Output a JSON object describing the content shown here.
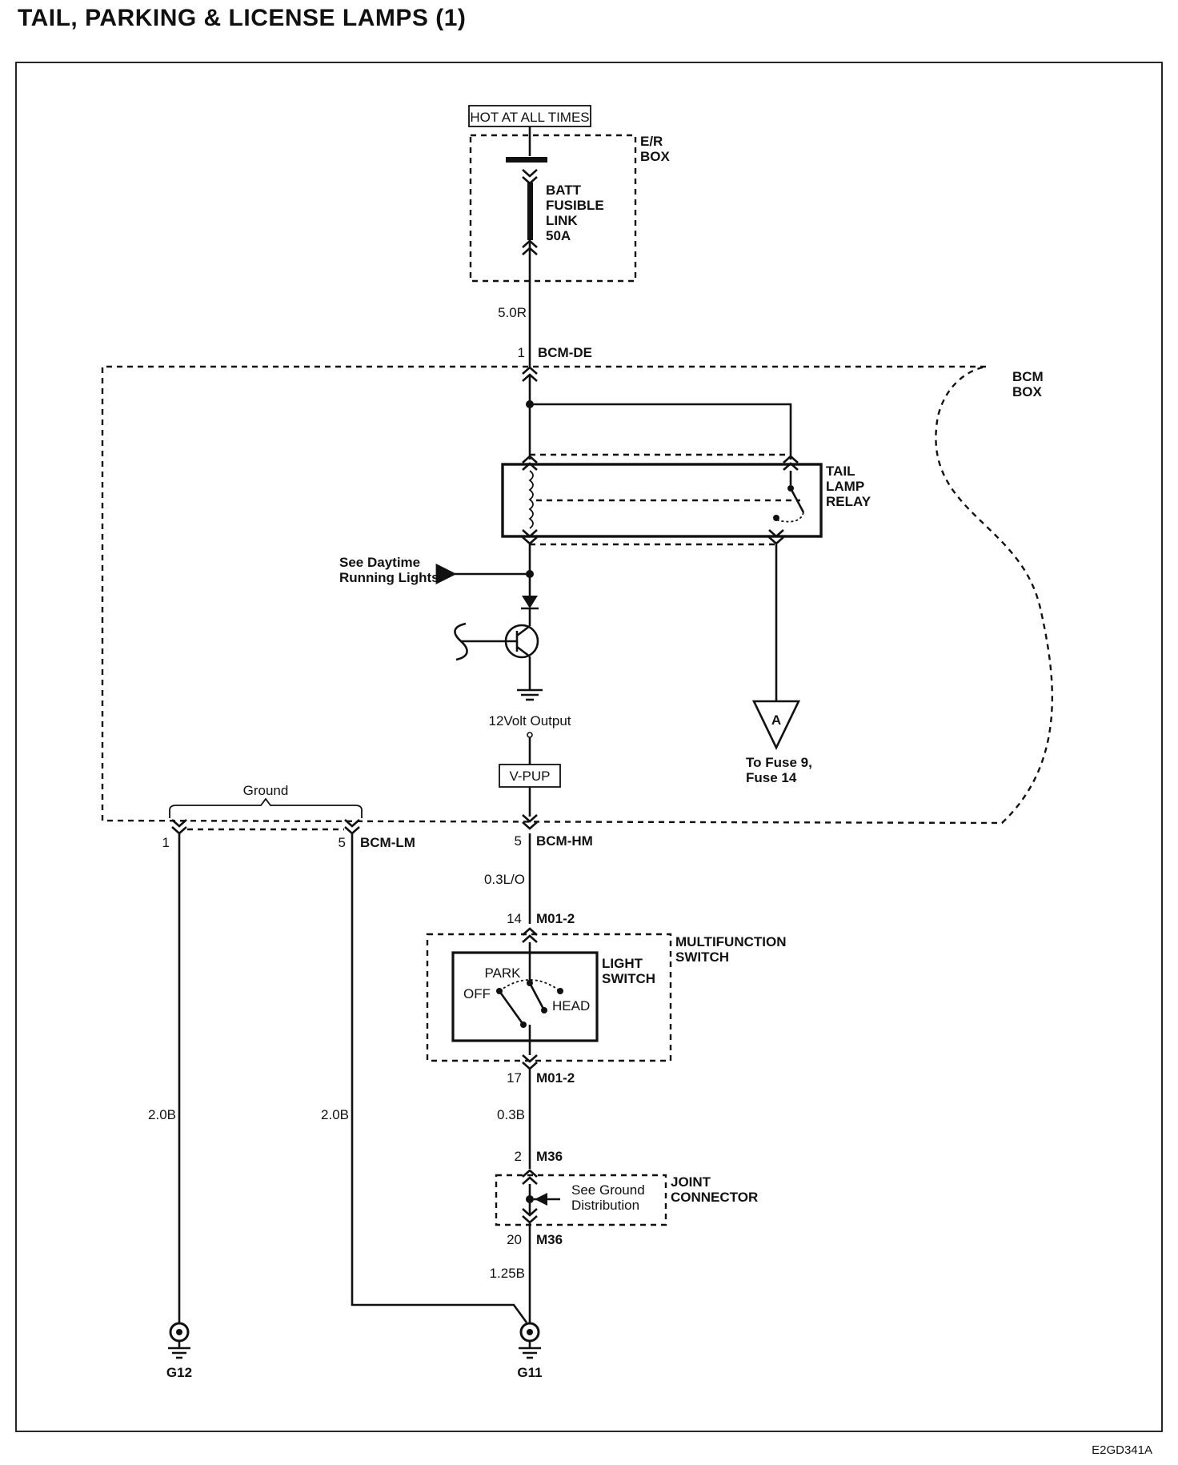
{
  "title": "TAIL, PARKING & LICENSE LAMPS (1)",
  "figure_code": "E2GD341A",
  "power": {
    "hot_label": "HOT AT ALL TIMES",
    "box_label": [
      "E/R",
      "BOX"
    ],
    "fuse_label": [
      "BATT",
      "FUSIBLE",
      "LINK",
      "50A"
    ]
  },
  "bcm": {
    "box_label": [
      "BCM",
      "BOX"
    ],
    "input_pin": "1",
    "input_connector": "BCM-DE",
    "wire_in": "5.0R",
    "relay_label": [
      "TAIL",
      "LAMP",
      "RELAY"
    ],
    "drl_ref": [
      "See Daytime",
      "Running Lights"
    ],
    "output_label": "12Volt Output",
    "vpup": "V-PUP",
    "ground_label": "Ground",
    "off_page": "A",
    "off_page_ref": [
      "To Fuse 9,",
      "Fuse 14"
    ]
  },
  "connectors": {
    "lm_pin1": "1",
    "lm_pin5": "5",
    "lm_name": "BCM-LM",
    "hm_pin": "5",
    "hm_name": "BCM-HM",
    "m01_top_pin": "14",
    "m01_top_name": "M01-2",
    "m01_bot_pin": "17",
    "m01_bot_name": "M01-2",
    "m36_top_pin": "2",
    "m36_top_name": "M36",
    "m36_bot_pin": "20",
    "m36_bot_name": "M36"
  },
  "wires": {
    "hm_to_switch": "0.3L/O",
    "switch_to_joint": "0.3B",
    "joint_to_ground": "1.25B",
    "g12_wire": "2.0B",
    "lm_wire": "2.0B"
  },
  "multifunction": {
    "label": [
      "MULTIFUNCTION",
      "SWITCH"
    ],
    "switch_label": [
      "LIGHT",
      "SWITCH"
    ],
    "positions": {
      "park": "PARK",
      "off": "OFF",
      "head": "HEAD"
    }
  },
  "joint": {
    "label": [
      "JOINT",
      "CONNECTOR"
    ],
    "ref": [
      "See Ground",
      "Distribution"
    ]
  },
  "grounds": {
    "left": "G12",
    "right": "G11"
  }
}
